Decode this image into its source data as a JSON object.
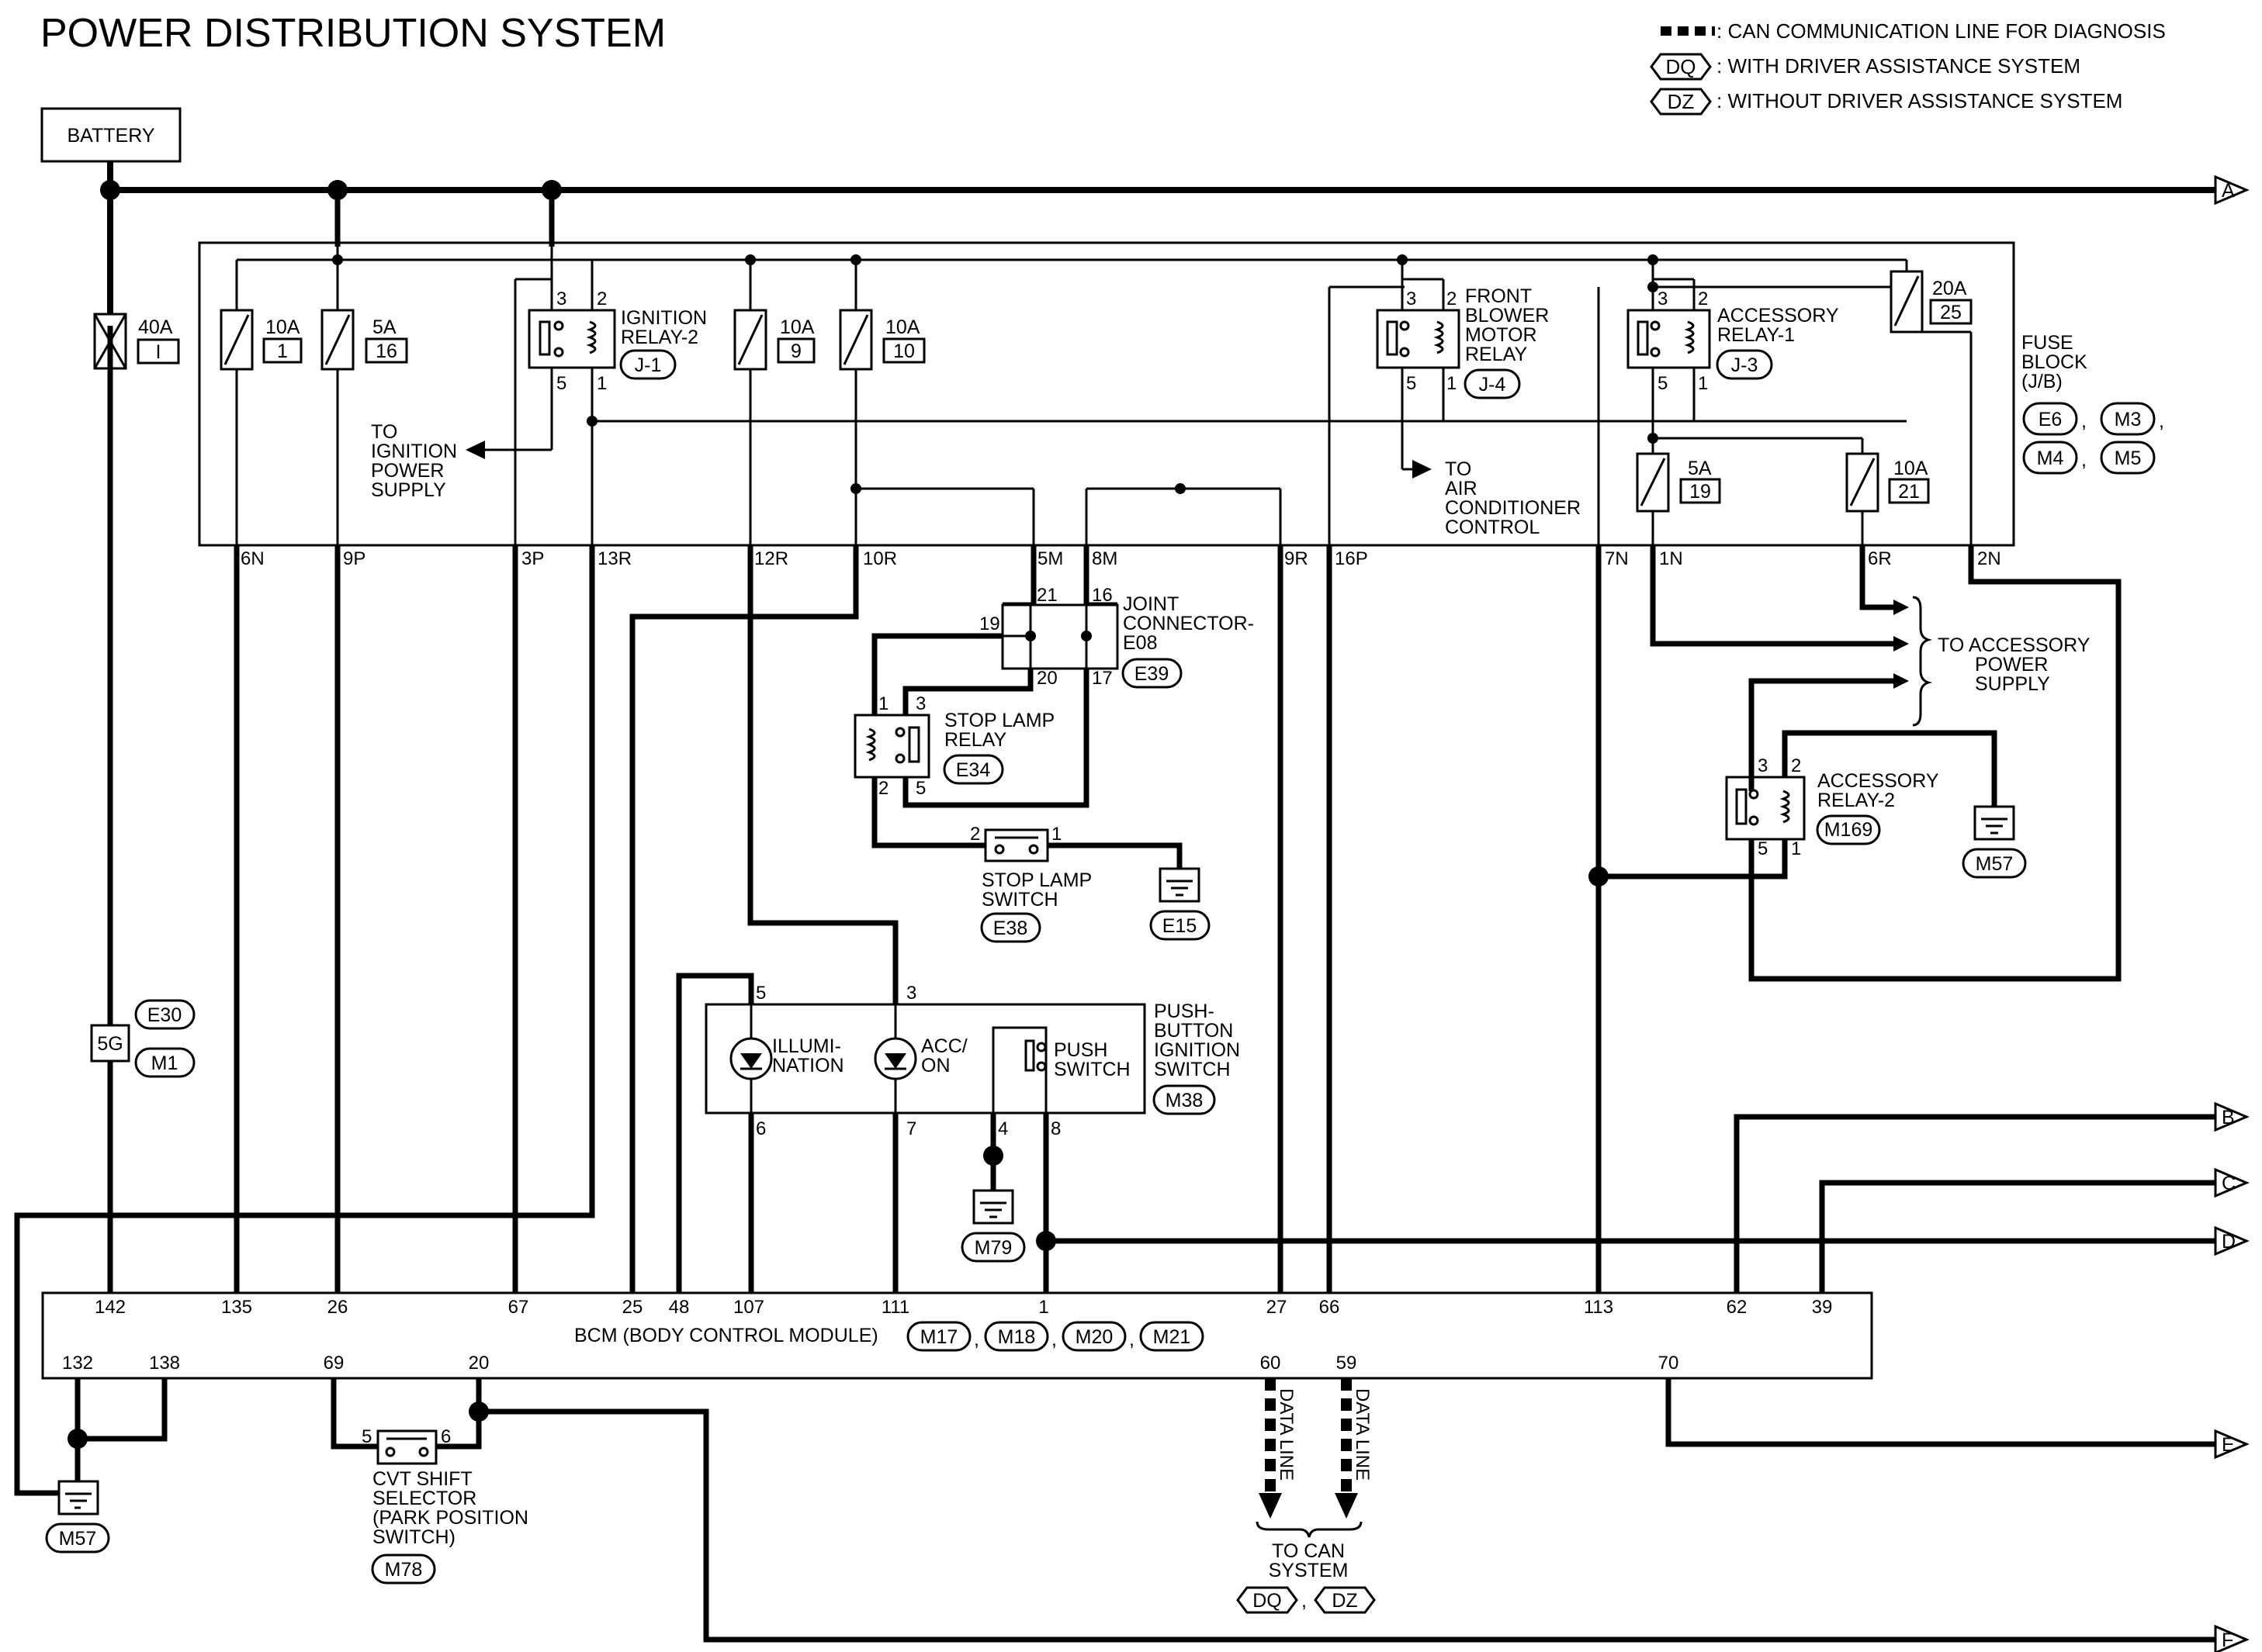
{
  "title": "POWER DISTRIBUTION SYSTEM",
  "legend": {
    "can_line": ": CAN COMMUNICATION LINE FOR DIAGNOSIS",
    "dq_tag": "DQ",
    "dq_text": ": WITH DRIVER ASSISTANCE SYSTEM",
    "dz_tag": "DZ",
    "dz_text": ": WITHOUT DRIVER ASSISTANCE SYSTEM"
  },
  "battery": "BATTERY",
  "fuse_block": {
    "label": [
      "FUSE",
      "BLOCK",
      "(J/B)"
    ],
    "connectors": [
      "E6",
      "M3",
      "M4",
      "M5"
    ],
    "fuses": [
      {
        "amp": "40A",
        "num": "I"
      },
      {
        "amp": "10A",
        "num": "1"
      },
      {
        "amp": "5A",
        "num": "16"
      },
      {
        "amp": "10A",
        "num": "9"
      },
      {
        "amp": "10A",
        "num": "10"
      },
      {
        "amp": "20A",
        "num": "25"
      },
      {
        "amp": "5A",
        "num": "19"
      },
      {
        "amp": "10A",
        "num": "21"
      }
    ],
    "pins": [
      "6N",
      "9P",
      "3P",
      "13R",
      "12R",
      "10R",
      "5M",
      "8M",
      "9R",
      "16P",
      "7N",
      "1N",
      "6R",
      "2N"
    ]
  },
  "relays": {
    "ignition": {
      "name": [
        "IGNITION",
        "RELAY-2"
      ],
      "id": "J-1",
      "pins": [
        "3",
        "2",
        "5",
        "1"
      ]
    },
    "blower": {
      "name": [
        "FRONT",
        "BLOWER",
        "MOTOR",
        "RELAY"
      ],
      "id": "J-4",
      "pins": [
        "3",
        "2",
        "5",
        "1"
      ]
    },
    "accessory1": {
      "name": [
        "ACCESSORY",
        "RELAY-1"
      ],
      "id": "J-3",
      "pins": [
        "3",
        "2",
        "5",
        "1"
      ]
    },
    "stop_lamp": {
      "name": [
        "STOP LAMP",
        "RELAY"
      ],
      "id": "E34",
      "pins": [
        "1",
        "3",
        "2",
        "5"
      ]
    },
    "accessory2": {
      "name": [
        "ACCESSORY",
        "RELAY-2"
      ],
      "id": "M169",
      "pins": [
        "3",
        "2",
        "5",
        "1"
      ]
    }
  },
  "notes": {
    "to_ignition": [
      "TO",
      "IGNITION",
      "POWER",
      "SUPPLY"
    ],
    "to_ac": [
      "TO",
      "AIR",
      "CONDITIONER",
      "CONTROL"
    ],
    "to_accessory": [
      "TO ACCESSORY",
      "POWER",
      "SUPPLY"
    ],
    "to_can": [
      "TO CAN",
      "SYSTEM"
    ],
    "data_line": "DATA LINE"
  },
  "joint_connector": {
    "name": [
      "JOINT",
      "CONNECTOR-",
      "E08"
    ],
    "id": "E39",
    "pins": [
      "21",
      "16",
      "19",
      "20",
      "17"
    ]
  },
  "stop_lamp_switch": {
    "name": [
      "STOP LAMP",
      "SWITCH"
    ],
    "id": "E38",
    "ground": "E15",
    "pins": [
      "2",
      "1"
    ]
  },
  "push_button": {
    "name": [
      "PUSH-",
      "BUTTON",
      "IGNITION",
      "SWITCH"
    ],
    "id": "M38",
    "illumination": [
      "ILLUMI-",
      "NATION"
    ],
    "acc_on": [
      "ACC/",
      "ON"
    ],
    "push_switch": [
      "PUSH",
      "SWITCH"
    ],
    "pins": [
      "5",
      "3",
      "6",
      "7",
      "4",
      "8"
    ],
    "ground": "M79"
  },
  "inline_connector": {
    "pin": "5G",
    "ids": [
      "E30",
      "M1"
    ]
  },
  "bcm": {
    "name": "BCM (BODY CONTROL MODULE)",
    "connectors": [
      "M17",
      "M18",
      "M20",
      "M21"
    ],
    "top_pins": [
      "142",
      "135",
      "26",
      "67",
      "25",
      "48",
      "107",
      "111",
      "1",
      "27",
      "66",
      "113",
      "62",
      "39"
    ],
    "bottom_pins": [
      "132",
      "138",
      "69",
      "20",
      "60",
      "59",
      "70"
    ]
  },
  "cvt": {
    "name": [
      "CVT SHIFT",
      "SELECTOR",
      "(PARK POSITION",
      "SWITCH)"
    ],
    "id": "M78",
    "pins": [
      "5",
      "6"
    ]
  },
  "grounds": {
    "bcm_ground": "M57",
    "acc_ground": "M57"
  },
  "arrows": [
    "A",
    "B",
    "C",
    "D",
    "E",
    "F"
  ],
  "sep": ","
}
